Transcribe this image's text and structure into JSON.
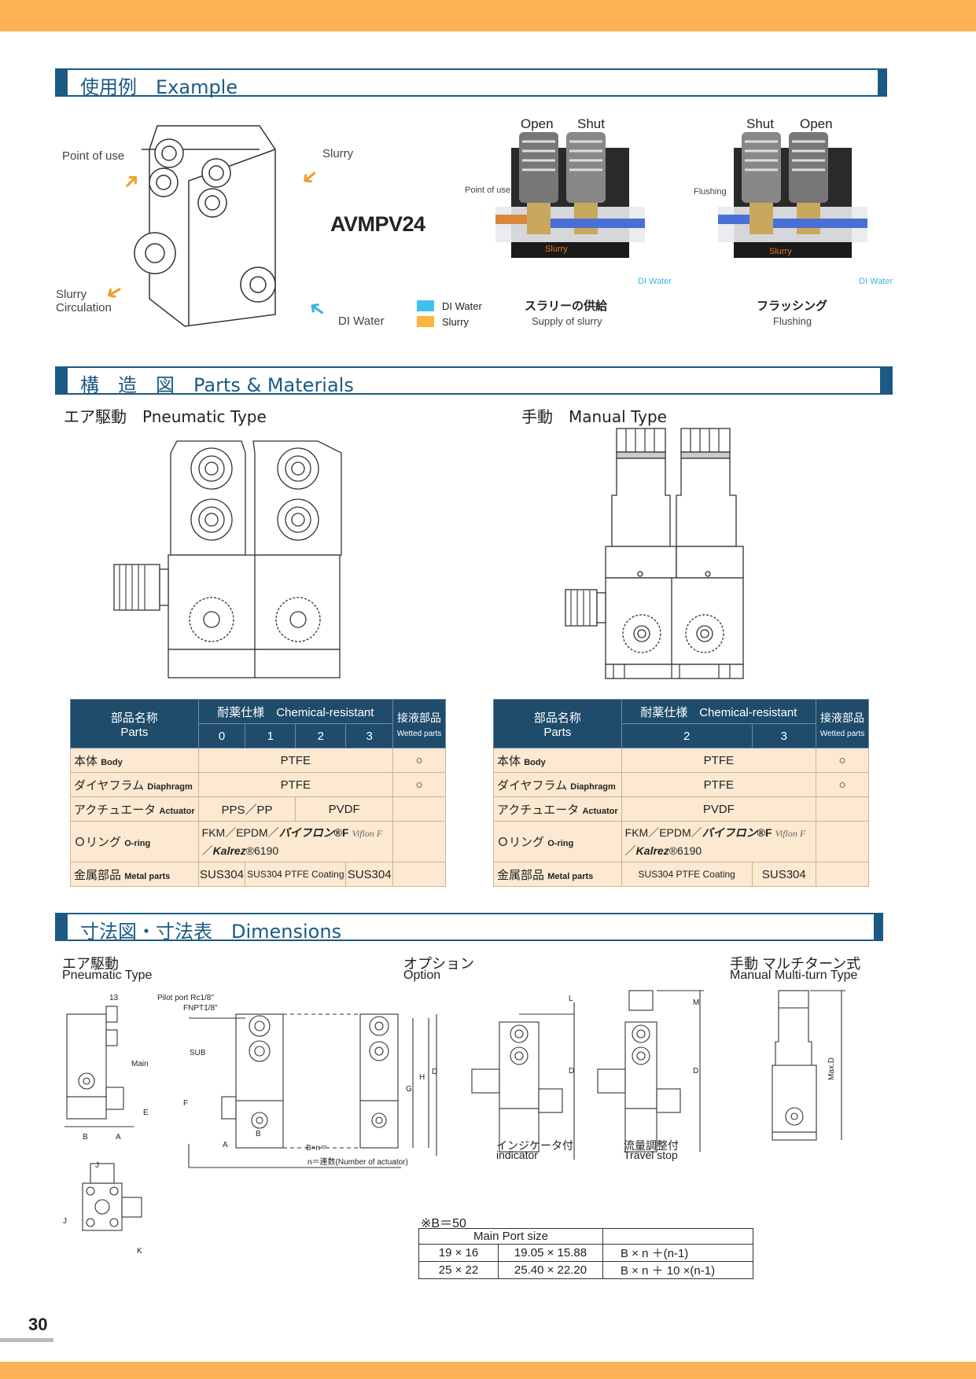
{
  "example": {
    "title": "使用例　Example",
    "model": "AVMPV24",
    "labels": {
      "point_of_use": "Point of use",
      "slurry": "Slurry",
      "slurry_circulation_1": "Slurry",
      "slurry_circulation_2": "Circulation",
      "di_water": "DI Water"
    },
    "legend": [
      {
        "label": "DI Water",
        "color": "#3fc1ee"
      },
      {
        "label": "Slurry",
        "color": "#ffb340"
      }
    ],
    "supply": {
      "open": "Open",
      "shut": "Shut",
      "point_of_use": "Point of use",
      "slurry": "Slurry",
      "di_water": "DI Water",
      "caption_jp": "スラリーの供給",
      "caption_en": "Supply of slurry"
    },
    "flushing": {
      "shut": "Shut",
      "open": "Open",
      "flushing": "Flushing",
      "slurry": "Slurry",
      "di_water": "DI Water",
      "caption_jp": "フラッシング",
      "caption_en": "Flushing"
    }
  },
  "parts": {
    "title": "構　造　図　Parts & Materials",
    "pneumatic_title": "エア駆動　Pneumatic Type",
    "manual_title": "手動　Manual Type",
    "pneumatic_table": {
      "h_parts_jp": "部品名称",
      "h_parts_en": "Parts",
      "h_chem": "耐薬仕様　Chemical-resistant",
      "h_wet_jp": "接液部品",
      "h_wet_en": "Wetted parts",
      "cols": [
        "0",
        "1",
        "2",
        "3"
      ],
      "rows": [
        {
          "jp": "本体",
          "en": "Body",
          "val": "PTFE",
          "wet": "○"
        },
        {
          "jp": "ダイヤフラム",
          "en": "Diaphragm",
          "val": "PTFE",
          "wet": "○"
        },
        {
          "jp": "アクチュエータ",
          "en": "Actuator",
          "v1": "PPS／PP",
          "v2": "PVDF",
          "wet": ""
        },
        {
          "jp": "Ｏリング",
          "en": "O-ring",
          "l1": "FKM／EPDM／",
          "brand1": "バイフロン",
          "mark": "®F",
          "brand1_en": "Viflon F",
          "l2a": "／",
          "brand2": "Kalrez",
          "l2b": "®6190",
          "wet": ""
        },
        {
          "jp": "金属部品",
          "en": "Metal parts",
          "m0": "SUS304",
          "m12": "SUS304 PTFE Coating",
          "m3": "SUS304",
          "wet": ""
        }
      ]
    },
    "manual_table": {
      "h_parts_jp": "部品名称",
      "h_parts_en": "Parts",
      "h_chem": "耐薬仕様　Chemical-resistant",
      "h_wet_jp": "接液部品",
      "h_wet_en": "Wetted parts",
      "cols": [
        "2",
        "3"
      ],
      "rows": [
        {
          "jp": "本体",
          "en": "Body",
          "val": "PTFE",
          "wet": "○"
        },
        {
          "jp": "ダイヤフラム",
          "en": "Diaphragm",
          "val": "PTFE",
          "wet": "○"
        },
        {
          "jp": "アクチュエータ",
          "en": "Actuator",
          "val": "PVDF",
          "wet": ""
        },
        {
          "jp": "Ｏリング",
          "en": "O-ring",
          "l1": "FKM／EPDM／",
          "brand1": "バイフロン",
          "mark": "®F",
          "brand1_en": "Viflon F",
          "l2a": "／",
          "brand2": "Kalrez",
          "l2b": "®6190",
          "wet": ""
        },
        {
          "jp": "金属部品",
          "en": "Metal parts",
          "m2": "SUS304 PTFE Coating",
          "m3": "SUS304",
          "wet": ""
        }
      ]
    }
  },
  "dimensions": {
    "title": "寸法図・寸法表　Dimensions",
    "pneumatic_jp": "エア駆動",
    "pneumatic_en": "Pneumatic Type",
    "option_jp": "オプション",
    "option_en": "Option",
    "manual_jp": "手動 マルチターン式",
    "manual_en": "Manual Multi-turn Type",
    "pilot_1": "Pilot port Rc1/8\"",
    "pilot_2": "FNPT1/8\"",
    "sub": "SUB",
    "main": "Main",
    "n_note": "n＝連数(Number of actuator)",
    "bxn": "B×n＝",
    "letters": {
      "b": "B",
      "a": "A",
      "e": "E",
      "f": "F",
      "g": "G",
      "h": "H",
      "d": "D",
      "l": "L",
      "m": "M",
      "j": "J",
      "k": "K",
      "max_d": "Max.D",
      "thirteen": "13"
    },
    "indicator_jp": "インジケータ付",
    "indicator_en": "indicator",
    "travel_jp": "流量調整付",
    "travel_en": "Travel stop",
    "note": "※B＝50",
    "table": {
      "header": "Main Port size",
      "rows": [
        [
          "19 × 16",
          "19.05 × 15.88",
          "B × n ＋(n-1)"
        ],
        [
          "25 × 22",
          "25.40 × 22.20",
          "B × n ＋ 10 ×(n-1)"
        ]
      ]
    }
  },
  "page_number": "30"
}
